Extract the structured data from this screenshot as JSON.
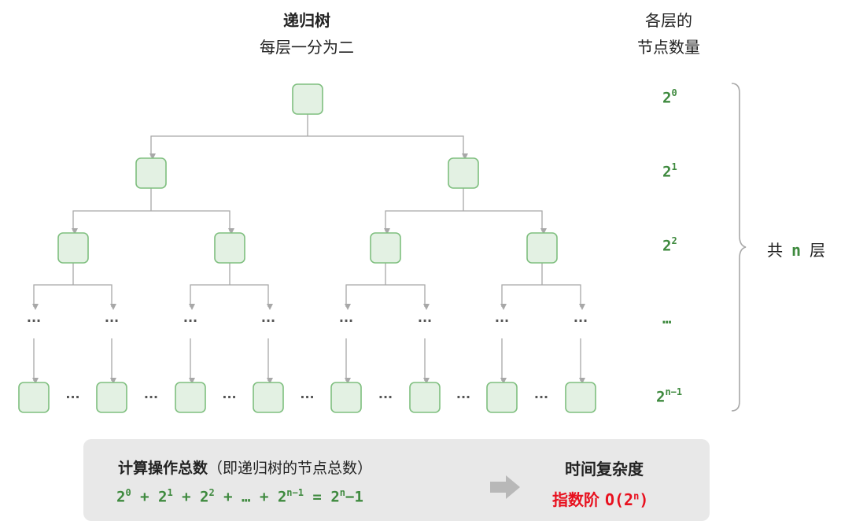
{
  "header": {
    "title": "递归树",
    "subtitle": "每层一分为二",
    "right_title_line1": "各层的",
    "right_title_line2": "节点数量"
  },
  "levels": [
    {
      "base": "2",
      "exp": "0"
    },
    {
      "base": "2",
      "exp": "1"
    },
    {
      "base": "2",
      "exp": "2"
    },
    {
      "base": "…",
      "exp": ""
    },
    {
      "base": "2",
      "exp": "n−1"
    }
  ],
  "brace_label": {
    "prefix": "共",
    "n": "n",
    "suffix": "层"
  },
  "ellipsis": "···",
  "panel": {
    "title_bold": "计算操作总数",
    "title_normal": "（即递归树的节点总数）",
    "formula": {
      "terms": [
        {
          "base": "2",
          "exp": "0"
        },
        {
          "base": "2",
          "exp": "1"
        },
        {
          "base": "2",
          "exp": "2"
        }
      ],
      "ellipsis": "…",
      "last_term": {
        "base": "2",
        "exp": "n−1"
      },
      "equals": "=",
      "result_base": "2",
      "result_exp": "n",
      "result_tail": "−1"
    },
    "complexity_title": "时间复杂度",
    "complexity_name": "指数阶",
    "complexity_o": "O(2",
    "complexity_exp": "n",
    "complexity_close": ")"
  },
  "colors": {
    "node_fill": "#e3f1e3",
    "node_stroke": "#7fbf7f",
    "green_text": "#3f8a3f",
    "line": "#a8a8a8",
    "red": "#e8101e"
  }
}
